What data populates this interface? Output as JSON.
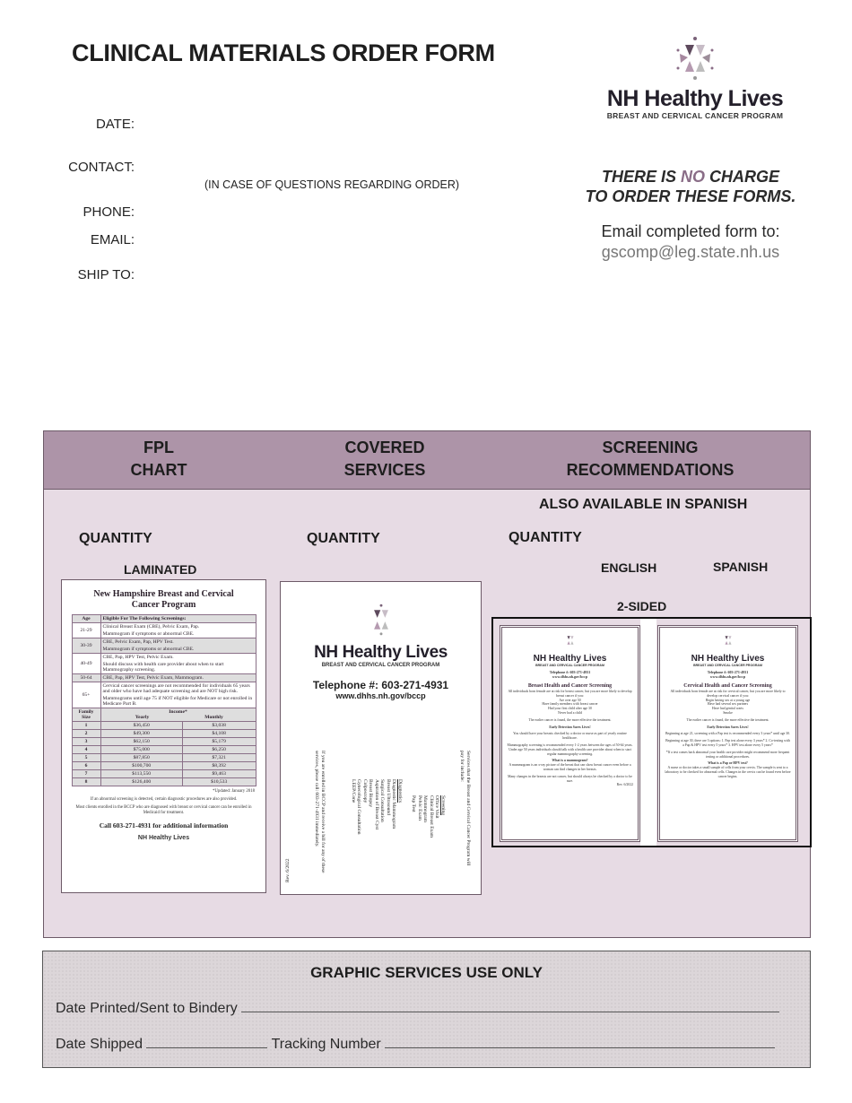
{
  "header": {
    "title": "CLINICAL MATERIALS ORDER FORM",
    "fields": {
      "date": "DATE:",
      "contact": "CONTACT:",
      "contact_note": "(IN CASE OF QUESTIONS REGARDING ORDER)",
      "phone": "PHONE:",
      "email": "EMAIL:",
      "ship_to": "SHIP TO:"
    }
  },
  "brand": {
    "name": "NH Healthy Lives",
    "subtitle": "BREAST AND CERVICAL CANCER PROGRAM"
  },
  "notice": {
    "line1_pre": "THERE IS ",
    "line1_no": "NO",
    "line1_post": " CHARGE",
    "line2": "TO ORDER THESE FORMS.",
    "email_label": "Email completed form to:",
    "email_address": "gscomp@leg.state.nh.us"
  },
  "colors": {
    "header_band": "#ad94a8",
    "panel_bg": "#e7dbe4",
    "accent_no": "#8a6d87",
    "graphic_services_bg": "#dcd6d9"
  },
  "order": {
    "columns": [
      {
        "line1": "FPL",
        "line2": "CHART",
        "quantity": "QUANTITY",
        "option": "LAMINATED"
      },
      {
        "line1": "COVERED",
        "line2": "SERVICES",
        "quantity": "QUANTITY"
      },
      {
        "line1": "SCREENING",
        "line2": "RECOMMENDATIONS",
        "quantity": "QUANTITY",
        "also": "ALSO AVAILABLE IN SPANISH",
        "option_english": "ENGLISH",
        "option_spanish": "SPANISH",
        "sided": "2-SIDED"
      }
    ]
  },
  "fpl_card": {
    "title": "New Hampshire Breast and Cervical Cancer Program",
    "age_header": "Age",
    "elig_header": "Eligible For The Following Screenings:",
    "ages": [
      {
        "age": "21-29",
        "text": "Clinical Breast Exam (CBE), Pelvic Exam, Pap.",
        "text2": "Mammogram if symptoms or abnormal CBE."
      },
      {
        "age": "30-39",
        "text": "CBE, Pelvic Exam, Pap, HPV Test.",
        "text2": "Mammogram if symptoms or abnormal CBE."
      },
      {
        "age": "40-49",
        "text": "CBE, Pap, HPV Test, Pelvic Exam.",
        "text2": "Should discuss with health care provider about when to start Mammography screening."
      },
      {
        "age": "50-64",
        "text": "CBE, Pap, HPV Test, Pelvic Exam, Mammogram.",
        "text2": ""
      },
      {
        "age": "65+",
        "text": "Cervical cancer screenings are not recommended for individuals 65 years and older who have had adequate screening and are NOT high risk.",
        "text2": "Mammograms until age 75 if NOT eligible for Medicare or not enrolled in Medicare Part B."
      }
    ],
    "family_header": "Family Size",
    "income_header": "Income*",
    "yearly_header": "Yearly",
    "monthly_header": "Monthly",
    "income_rows": [
      {
        "size": "1",
        "yearly": "$36,450",
        "monthly": "$3,038"
      },
      {
        "size": "2",
        "yearly": "$49,300",
        "monthly": "$4,108"
      },
      {
        "size": "3",
        "yearly": "$62,150",
        "monthly": "$5,179"
      },
      {
        "size": "4",
        "yearly": "$75,000",
        "monthly": "$6,250"
      },
      {
        "size": "5",
        "yearly": "$87,850",
        "monthly": "$7,321"
      },
      {
        "size": "6",
        "yearly": "$100,700",
        "monthly": "$8,392"
      },
      {
        "size": "7",
        "yearly": "$113,550",
        "monthly": "$9,463"
      },
      {
        "size": "8",
        "yearly": "$126,400",
        "monthly": "$10,533"
      }
    ],
    "updated": "*Updated: January 2018",
    "foot1": "If an abnormal screening is detected, certain diagnostic procedures are also provided.",
    "foot2": "Most clients enrolled in the BCCP who are diagnosed with breast or cervical cancer can be enrolled in Medicaid for treatment.",
    "call": "Call 603-271-4931 for additional information",
    "brand": "NH Healthy Lives"
  },
  "services_card": {
    "brand": "NH Healthy Lives",
    "subtitle": "BREAST AND CERVICAL CANCER PROGRAM",
    "telephone": "Telephone #:  603-271-4931",
    "url": "www.dhhs.nh.gov/bccp",
    "intro": "Services that the Breast and Cervical Cancer Program will pay for include:",
    "screening_head": "Screening",
    "screening": [
      "Office Visit",
      "Clinical Breast Exam",
      "Mammogram",
      "Pelvic Exam",
      "Pap Test"
    ],
    "diagnostic_head": "Diagnostics",
    "diagnostic": [
      "Diagnostic Mammogram",
      "Breast Ultrasound",
      "Surgical Consultation",
      "Aspiration of Breast Cyst",
      "Breast Biopsy",
      "Colposcopy",
      "Gynecological Consultation",
      "LEEP/Cone"
    ],
    "billing": "If you are enrolled in BCCP and receive a bill for any of these services, please call: 603-271-4931 immediately.",
    "rev": "Rev. 6/2022"
  },
  "screening_cards": [
    {
      "brand": "NH Healthy Lives",
      "subtitle": "BREAST AND CERVICAL CANCER PROGRAM",
      "telephone": "Telephone #:  603-271-4931",
      "url": "www.dhhs.nh.gov/bccp",
      "heading": "Breast Health and Cancer Screening",
      "intro": "All individuals born female are at risk for breast cancer, but you are more likely to develop breast cancer if you:",
      "risks": [
        "Are over age 50",
        "Have family members with breast cancer",
        "Had your first child after age 30",
        "Never had a child"
      ],
      "earlier": "The earlier cancer is found, the more effective the treatment.",
      "saves": "Early Detection Saves Lives!",
      "p1": "You should have your breasts checked by a doctor or nurse as part of yearly routine healthcare.",
      "p2": "Mammography screening is recommended every 1-2 years between the ages of 50-64 years. Under age 50 years individuals should talk with a health care provider about when to start regular mammography screening.",
      "q": "What is a mammogram?",
      "a": "A mammogram is an x-ray picture of the breast that can show breast cancer even before a woman can find changes in her breasts.",
      "end": "Many changes in the breasts are not cancer, but should always be checked by a doctor to be sure.",
      "rev": "Rev. 6/2022"
    },
    {
      "brand": "NH Healthy Lives",
      "subtitle": "BREAST AND CERVICAL CANCER PROGRAM",
      "telephone": "Telephone #:  603-271-4931",
      "url": "www.dhhs.nh.gov/bccp",
      "heading": "Cervical Health and Cancer Screening",
      "intro": "All individuals born female are at risk for cervical cancer, but you are more likely to develop cervical cancer if you:",
      "risks": [
        "Begin having sex at a young age",
        "Have had several sex partners",
        "Have had genital warts",
        "Smoke"
      ],
      "earlier": "The earlier cancer is found, the more effective the treatment.",
      "saves": "Early Detection Saves Lives!",
      "p1": "Beginning at age 21, screening with a Pap test is recommended every 3 years* until age 30.",
      "p2": "Beginning at age 30, there are 3 options: 1. Pap test alone every 3 years* 2. Co-testing with a Pap & HPV test every 5 years* 3. HPV test alone every 5 years*",
      "note": "*If a test comes back abnormal your health care provider might recommend more frequent testing or additional procedures.",
      "q": "What is a Pap or HPV test?",
      "a": "A nurse or doctor takes a small sample of cells from your cervix. The sample is sent to a laboratory to be checked for abnormal cells. Changes in the cervix can be found even before cancer begins."
    }
  ],
  "graphic_services": {
    "title": "GRAPHIC SERVICES USE ONLY",
    "date_printed": "Date Printed/Sent to Bindery",
    "date_shipped": "Date Shipped",
    "tracking": "Tracking Number"
  }
}
